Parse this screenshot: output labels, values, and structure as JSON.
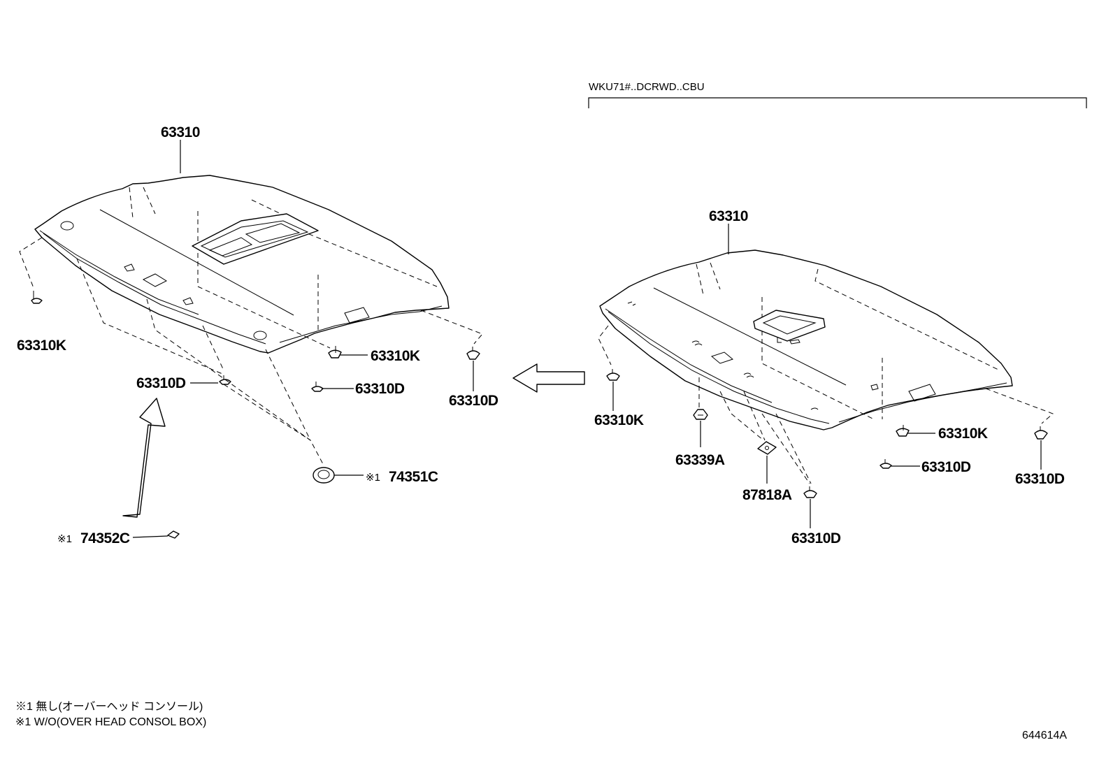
{
  "variant_label": "WKU71#..DCRWD..CBU",
  "left_assembly": {
    "headliner": "63310",
    "parts": [
      "63310K",
      "63310K",
      "63310D",
      "63310D",
      "63310D",
      "74351C",
      "74352C"
    ]
  },
  "right_assembly": {
    "headliner": "63310",
    "parts": [
      "63310K",
      "63310K",
      "63310D",
      "63310D",
      "63310D",
      "63339A",
      "87818A"
    ]
  },
  "note_mark": "※1",
  "notes": [
    "※1 無し(オーバーヘッド コンソール)",
    "※1 W/O(OVER HEAD CONSOL BOX)"
  ],
  "figure_id": "644614A"
}
